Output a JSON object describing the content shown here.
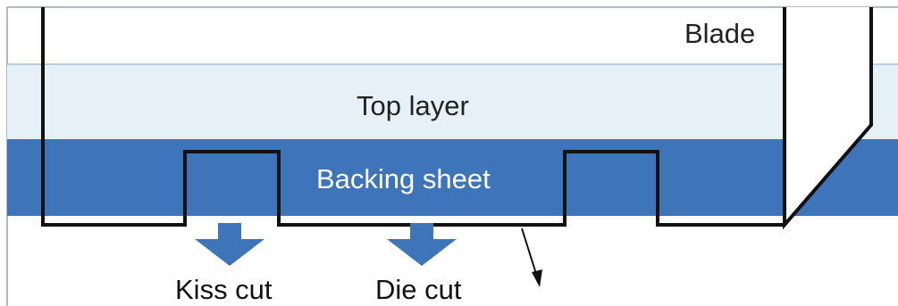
{
  "labels": {
    "blade": "Blade",
    "top_layer": "Top layer",
    "backing_sheet": "Backing sheet",
    "kiss_cut": "Kiss cut",
    "die_cut": "Die cut"
  },
  "colors": {
    "top_layer_fill": "#e6f1f7",
    "backing_sheet_fill": "#3e74ba",
    "arrow_fill": "#3e74ba",
    "cut_line": "#111111",
    "layer_divider": "#a9bfd6"
  }
}
